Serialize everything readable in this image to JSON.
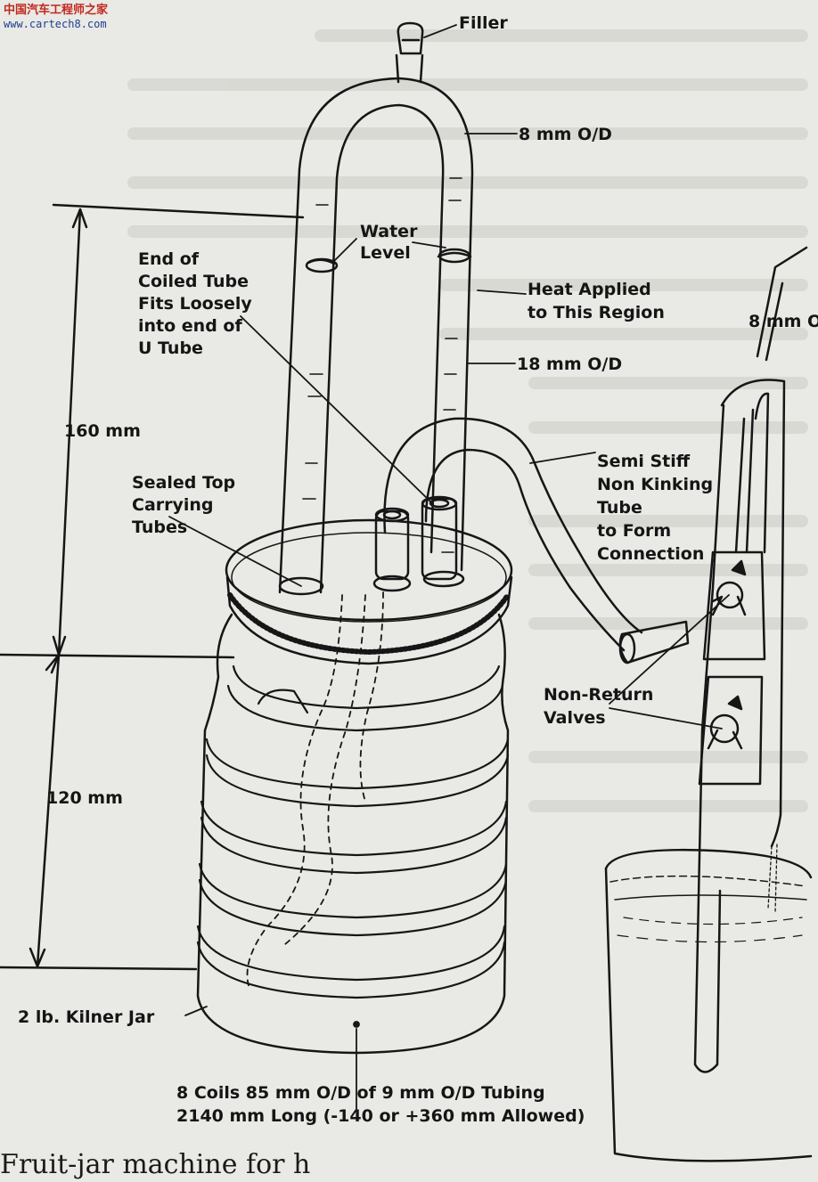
{
  "watermark": {
    "site_cn": "中国汽车工程师之家",
    "url": "www.cartech8.com"
  },
  "labels": {
    "filler": "Filler",
    "tube_8mm_od": "8 mm O/D",
    "water_level_1": "Water",
    "water_level_2": "Level",
    "coil_end_1": "End of",
    "coil_end_2": "Coiled Tube",
    "coil_end_3": "Fits Loosely",
    "coil_end_4": "into end of",
    "coil_end_5": "U Tube",
    "heat_1": "Heat Applied",
    "heat_2": "to This Region",
    "pump_tube_8mm": "8 mm O",
    "tube_18mm_od": "18 mm O/D",
    "dim_160": "160 mm",
    "dim_120": "120 mm",
    "semi_1": "Semi Stiff",
    "semi_2": "Non Kinking",
    "semi_3": "Tube",
    "semi_4": "to Form",
    "semi_5": "Connection",
    "sealed_1": "Sealed Top",
    "sealed_2": "Carrying",
    "sealed_3": "Tubes",
    "valves_1": "Non-Return",
    "valves_2": "Valves",
    "jar": "2 lb. Kilner Jar",
    "coils_1": "8 Coils 85 mm O/D of 9 mm O/D Tubing",
    "coils_2": "2140 mm Long (-140 or +360 mm Allowed)"
  },
  "caption": "Fruit-jar machine for h"
}
